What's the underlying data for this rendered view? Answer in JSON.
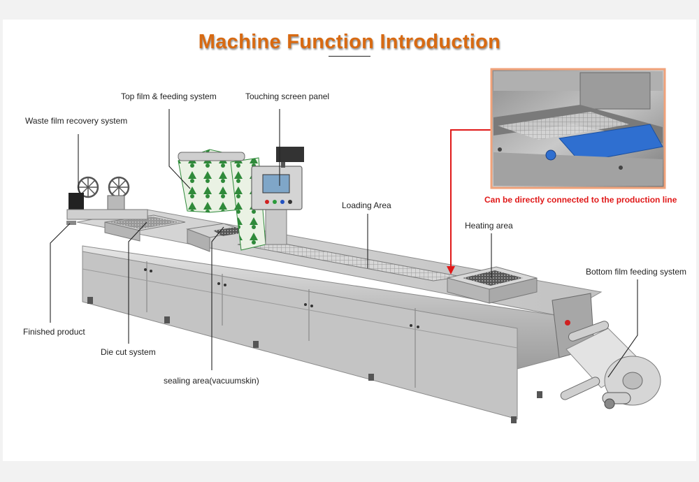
{
  "title": "Machine Function Introduction",
  "labels": {
    "waste_film": "Waste film recovery system",
    "top_film": "Top film & feeding system",
    "touch_screen": "Touching screen panel",
    "loading_area": "Loading Area",
    "heating_area": "Heating area",
    "bottom_film": "Bottom film feeding system",
    "finished_product": "Finished product",
    "die_cut": "Die cut system",
    "sealing_area": "sealing area(vacuumskin)",
    "production_line": "Can be directly connected to the production line"
  },
  "colors": {
    "title": "#d86a12",
    "callout_red": "#e01818",
    "inset_border": "#f0a27a",
    "steel": "#c9c9c9",
    "conveyor_blue": "#2f6fd0"
  }
}
